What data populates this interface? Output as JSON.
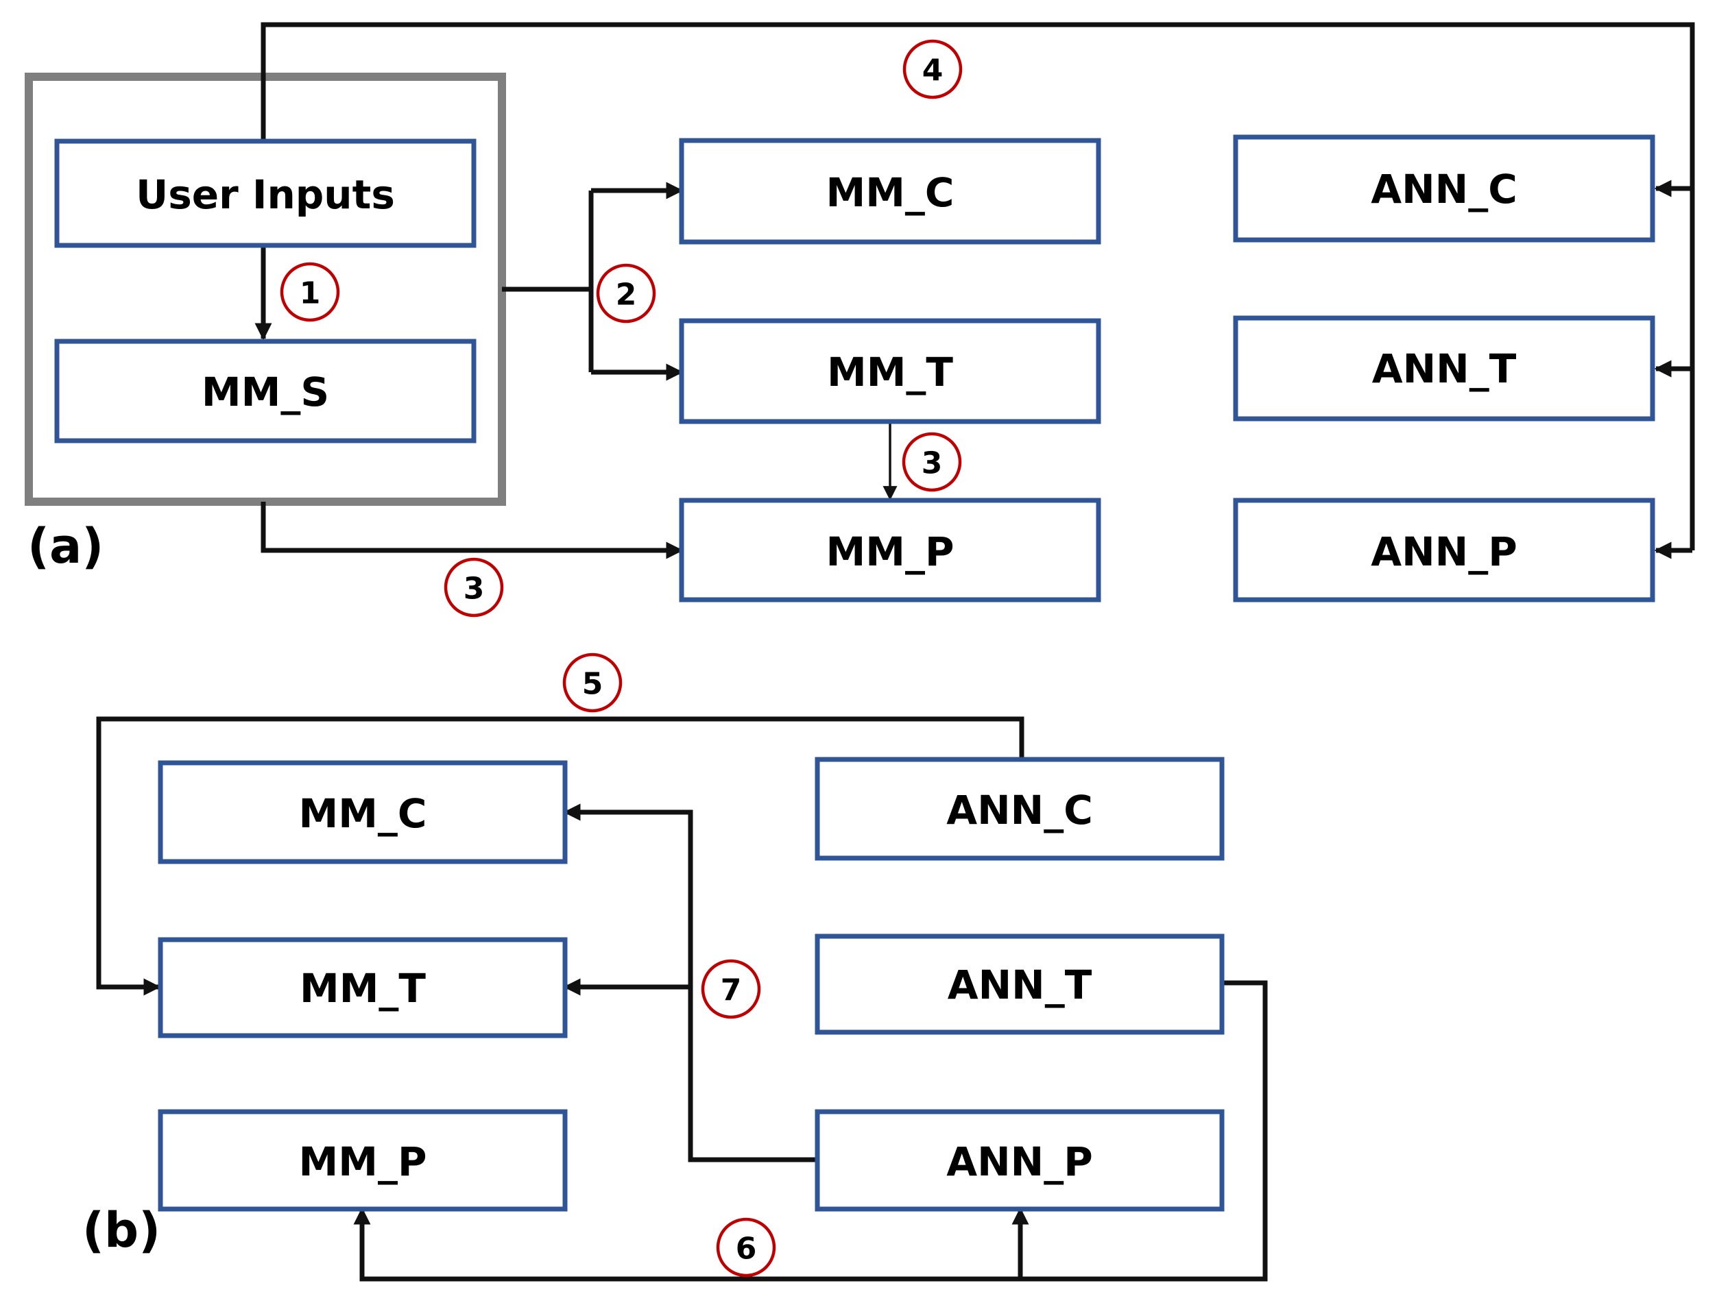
{
  "panel_a": {
    "label": "(a)",
    "boxes": {
      "user_inputs": "User Inputs",
      "mm_s": "MM_S",
      "mm_c": "MM_C",
      "mm_t": "MM_T",
      "mm_p": "MM_P",
      "ann_c": "ANN_C",
      "ann_t": "ANN_T",
      "ann_p": "ANN_P"
    },
    "steps": {
      "s1": "1",
      "s2": "2",
      "s3_vertical": "3",
      "s3_bottom": "3",
      "s4": "4"
    }
  },
  "panel_b": {
    "label": "(b)",
    "boxes": {
      "mm_c": "MM_C",
      "mm_t": "MM_T",
      "mm_p": "MM_P",
      "ann_c": "ANN_C",
      "ann_t": "ANN_T",
      "ann_p": "ANN_P"
    },
    "steps": {
      "s5": "5",
      "s6": "6",
      "s7": "7"
    }
  },
  "colors": {
    "box_border": "#2f5597",
    "group_border": "#7f7f7f",
    "step_circle": "#c00000",
    "connector": "#111111"
  }
}
